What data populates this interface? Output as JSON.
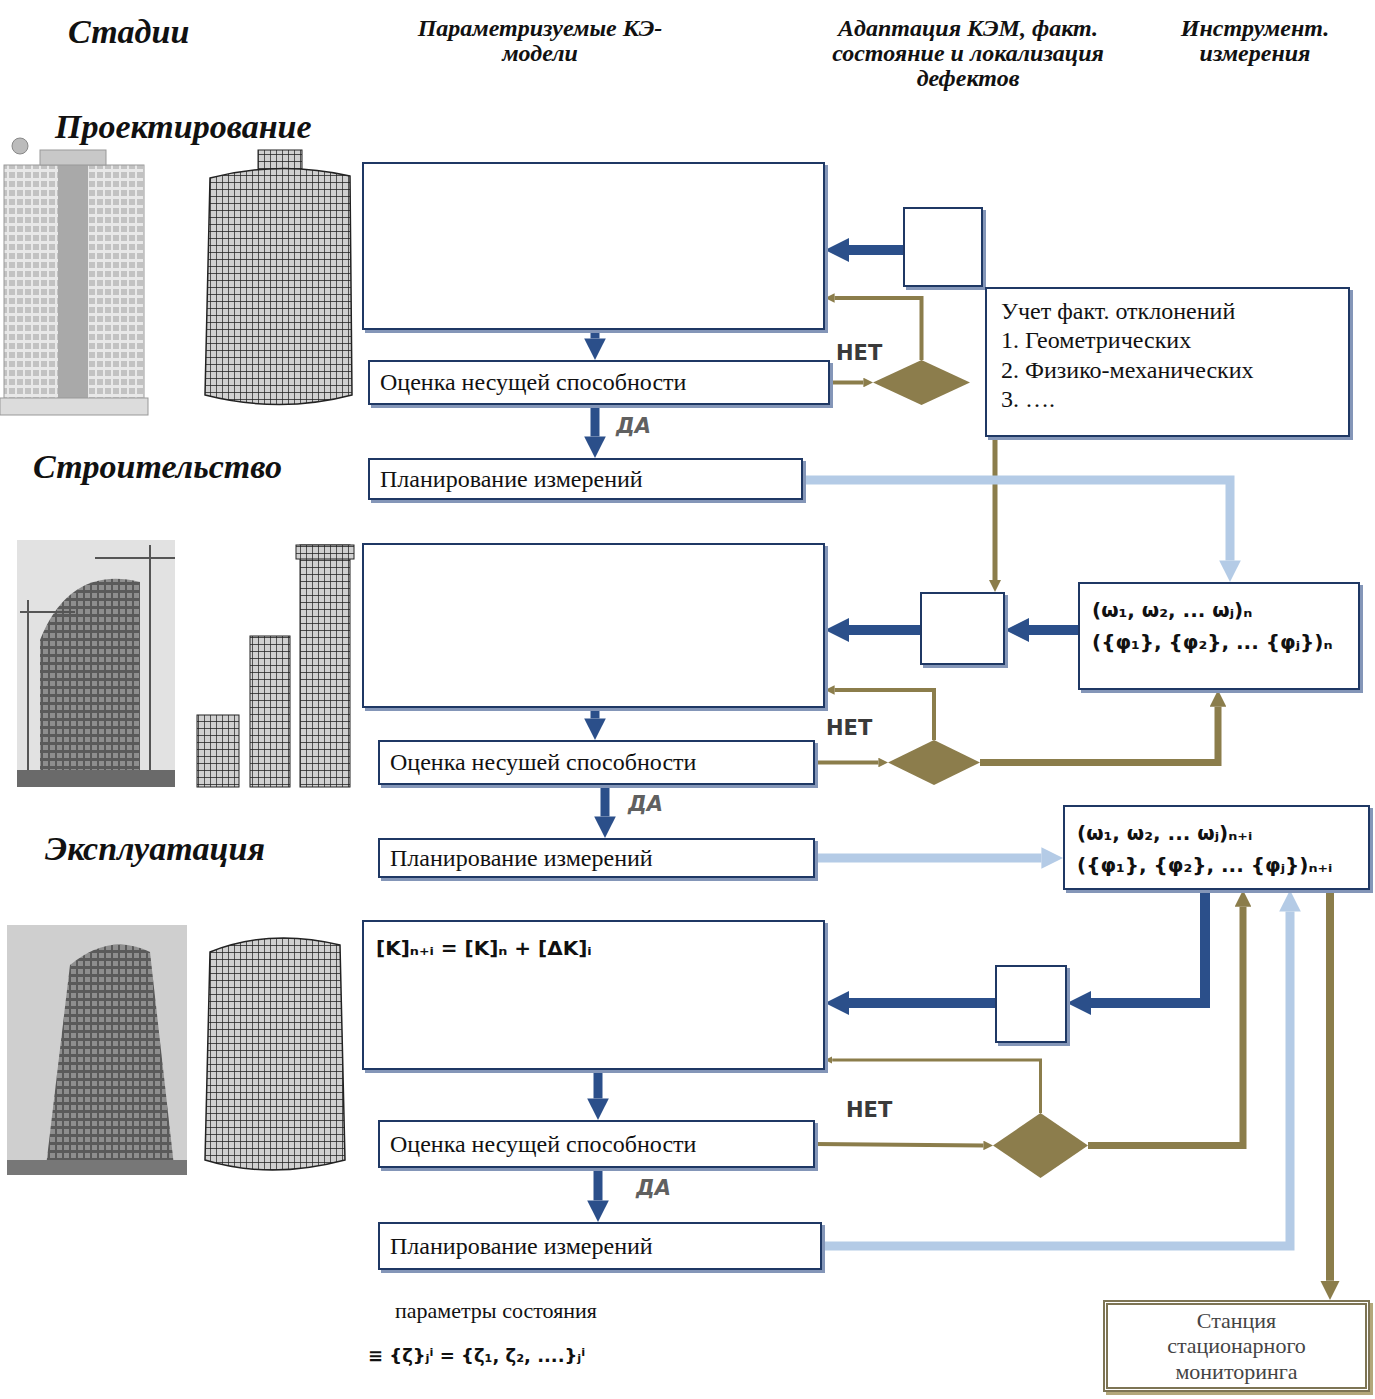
{
  "diagram": {
    "nodes": [
      {
        "text": []
      },
      {
        "text": []
      },
      {
        "text": [
          "Учет факт. отклонений",
          "1. Геометрических",
          "2. Физико-механических",
          "3. …."
        ]
      },
      {
        "text": [
          "Оценка несущей способности"
        ]
      },
      {
        "text": []
      },
      {
        "text": [
          "Планирование измерений"
        ]
      },
      {
        "text": []
      },
      {
        "text": []
      },
      {
        "text": [
          "(ω₁, ω₂, ... ωⱼ)ₙ",
          "({φ₁}, {φ₂}, ... {φⱼ})ₙ"
        ]
      },
      {
        "text": [
          "Оценка несушей способности"
        ]
      },
      {
        "text": []
      },
      {
        "text": [
          "Планирование измерений"
        ]
      },
      {
        "text": [
          "(ω₁, ω₂, ... ωⱼ)ₙ₊ᵢ",
          "({φ₁}, {φ₂}, ... {φⱼ})ₙ₊ᵢ"
        ]
      },
      {
        "text": [
          "[K]ₙ₊ᵢ = [K]ₙ + [ΔK]ᵢ"
        ]
      },
      {
        "text": []
      },
      {
        "text": [
          "Оценка несущей способности"
        ]
      },
      {
        "text": []
      },
      {
        "text": [
          "Планирование измерений"
        ]
      },
      {
        "text": [
          "Станция стационарного мониторинга"
        ]
      }
    ],
    "edges": [
      {
        "from": 0,
        "to": 3,
        "arrow": "to"
      },
      {
        "from": 3,
        "to": 5,
        "label": "ДА",
        "arrow": "to"
      },
      {
        "from": 3,
        "to": 4,
        "label": "НЕТ",
        "arrow": "to"
      },
      {
        "from": 4,
        "to": 0,
        "arrow": "to"
      },
      {
        "from": 1,
        "to": 0,
        "arrow": "to"
      },
      {
        "from": 2,
        "to": 7,
        "arrow": "to"
      },
      {
        "from": 5,
        "to": 8,
        "arrow": "to"
      },
      {
        "from": 6,
        "to": 9,
        "arrow": "to"
      },
      {
        "from": 9,
        "to": 11,
        "label": "ДА",
        "arrow": "to"
      },
      {
        "from": 9,
        "to": 10,
        "label": "НЕТ",
        "arrow": "to"
      },
      {
        "from": 10,
        "to": 6,
        "arrow": "to"
      },
      {
        "from": 10,
        "to": 8,
        "arrow": "to"
      },
      {
        "from": 8,
        "to": 7,
        "arrow": "to"
      },
      {
        "from": 7,
        "to": 6,
        "arrow": "to"
      },
      {
        "from": 11,
        "to": 12,
        "arrow": "to"
      },
      {
        "from": 12,
        "to": 14,
        "arrow": "to"
      },
      {
        "from": 14,
        "to": 13,
        "arrow": "to"
      },
      {
        "from": 13,
        "to": 15,
        "arrow": "to"
      },
      {
        "from": 15,
        "to": 17,
        "label": "ДА",
        "arrow": "to"
      },
      {
        "from": 15,
        "to": 16,
        "label": "НЕТ",
        "arrow": "to"
      },
      {
        "from": 16,
        "to": 13,
        "arrow": "to"
      },
      {
        "from": 16,
        "to": 12,
        "arrow": "to"
      },
      {
        "from": 17,
        "to": 12,
        "arrow": "to"
      },
      {
        "from": 12,
        "to": 18,
        "arrow": "to"
      }
    ],
    "labels": [
      "Стадии",
      "Параметризуемые КЭ-модели",
      "Адаптация КЭМ, факт. состояние и локализация дефектов",
      "Инструмент. измерения",
      "Проектирование",
      "Строительство",
      "Эксплуатация",
      "параметры состояния",
      "≡ {ζ}ⱼⁱ = {ζ₁, ζ₂, ....}ⱼⁱ"
    ]
  }
}
